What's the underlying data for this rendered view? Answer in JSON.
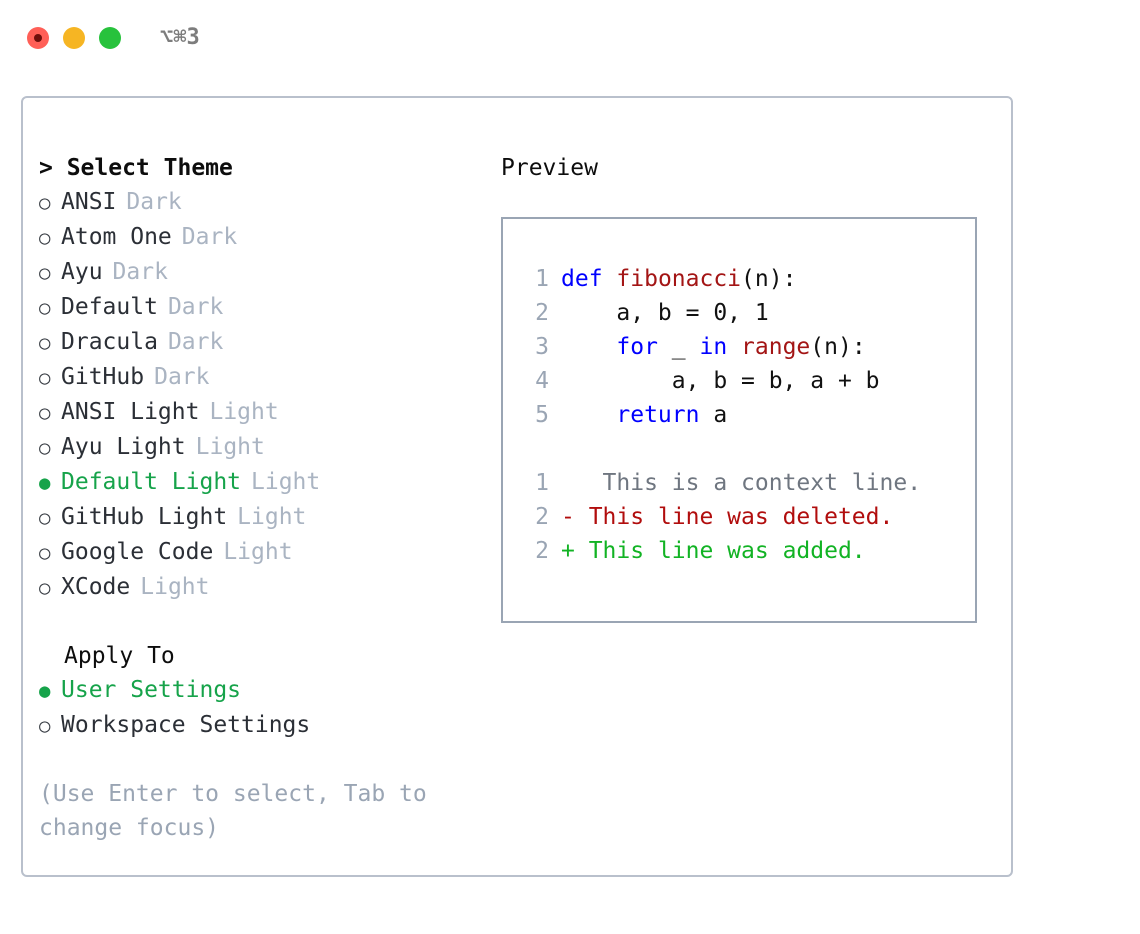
{
  "window": {
    "traffic_lights": [
      {
        "name": "close",
        "color": "#ff5f57"
      },
      {
        "name": "minimize",
        "color": "#f6b523"
      },
      {
        "name": "zoom",
        "color": "#27c23c"
      }
    ],
    "shortcut_label": "⌥⌘3"
  },
  "theme_picker": {
    "header": "> Select Theme",
    "options": [
      {
        "bullet": "○",
        "name": "ANSI",
        "tag": "Dark",
        "selected": false
      },
      {
        "bullet": "○",
        "name": "Atom One",
        "tag": "Dark",
        "selected": false
      },
      {
        "bullet": "○",
        "name": "Ayu",
        "tag": "Dark",
        "selected": false
      },
      {
        "bullet": "○",
        "name": "Default",
        "tag": "Dark",
        "selected": false
      },
      {
        "bullet": "○",
        "name": "Dracula",
        "tag": "Dark",
        "selected": false
      },
      {
        "bullet": "○",
        "name": "GitHub",
        "tag": "Dark",
        "selected": false
      },
      {
        "bullet": "○",
        "name": "ANSI Light",
        "tag": "Light",
        "selected": false
      },
      {
        "bullet": "○",
        "name": "Ayu Light",
        "tag": "Light",
        "selected": false
      },
      {
        "bullet": "●",
        "name": "Default Light",
        "tag": "Light",
        "selected": true
      },
      {
        "bullet": "○",
        "name": "GitHub Light",
        "tag": "Light",
        "selected": false
      },
      {
        "bullet": "○",
        "name": "Google Code",
        "tag": "Light",
        "selected": false
      },
      {
        "bullet": "○",
        "name": "XCode",
        "tag": "Light",
        "selected": false
      }
    ]
  },
  "apply_to": {
    "header": "Apply To",
    "options": [
      {
        "bullet": "●",
        "name": "User Settings",
        "selected": true
      },
      {
        "bullet": "○",
        "name": "Workspace Settings",
        "selected": false
      }
    ]
  },
  "hint": "(Use Enter to select, Tab to change focus)",
  "preview": {
    "title": "Preview",
    "code_lines": [
      {
        "no": "1",
        "tokens": [
          {
            "t": "def",
            "c": "kw"
          },
          {
            "t": " ",
            "c": "plain"
          },
          {
            "t": "fibonacci",
            "c": "fn"
          },
          {
            "t": "(n):",
            "c": "plain"
          }
        ]
      },
      {
        "no": "2",
        "tokens": [
          {
            "t": "    a, b = 0, 1",
            "c": "plain"
          }
        ]
      },
      {
        "no": "3",
        "tokens": [
          {
            "t": "    ",
            "c": "plain"
          },
          {
            "t": "for",
            "c": "kw"
          },
          {
            "t": " _ ",
            "c": "plain"
          },
          {
            "t": "in",
            "c": "kw"
          },
          {
            "t": " ",
            "c": "plain"
          },
          {
            "t": "range",
            "c": "fn"
          },
          {
            "t": "(n):",
            "c": "plain"
          }
        ]
      },
      {
        "no": "4",
        "tokens": [
          {
            "t": "        a, b = b, a + b",
            "c": "plain"
          }
        ]
      },
      {
        "no": "5",
        "tokens": [
          {
            "t": "    ",
            "c": "plain"
          },
          {
            "t": "return",
            "c": "kw"
          },
          {
            "t": " a",
            "c": "plain"
          }
        ]
      }
    ],
    "diff_lines": [
      {
        "no": "1",
        "marker": " ",
        "text": "  This is a context line.",
        "kind": "ctx"
      },
      {
        "no": "2",
        "marker": "-",
        "text": " This line was deleted.",
        "kind": "del"
      },
      {
        "no": "2",
        "marker": "+",
        "text": " This line was added.",
        "kind": "add"
      }
    ]
  },
  "colors": {
    "accent_green": "#16a34a",
    "diff_add": "#12b324",
    "diff_del": "#b10d0d",
    "keyword_blue": "#0000ff",
    "function_red": "#a31515",
    "muted": "#aab4c2",
    "hint": "#9aa5b4",
    "border_outer": "#b9c0cc",
    "border_preview": "#9aa5b4"
  }
}
